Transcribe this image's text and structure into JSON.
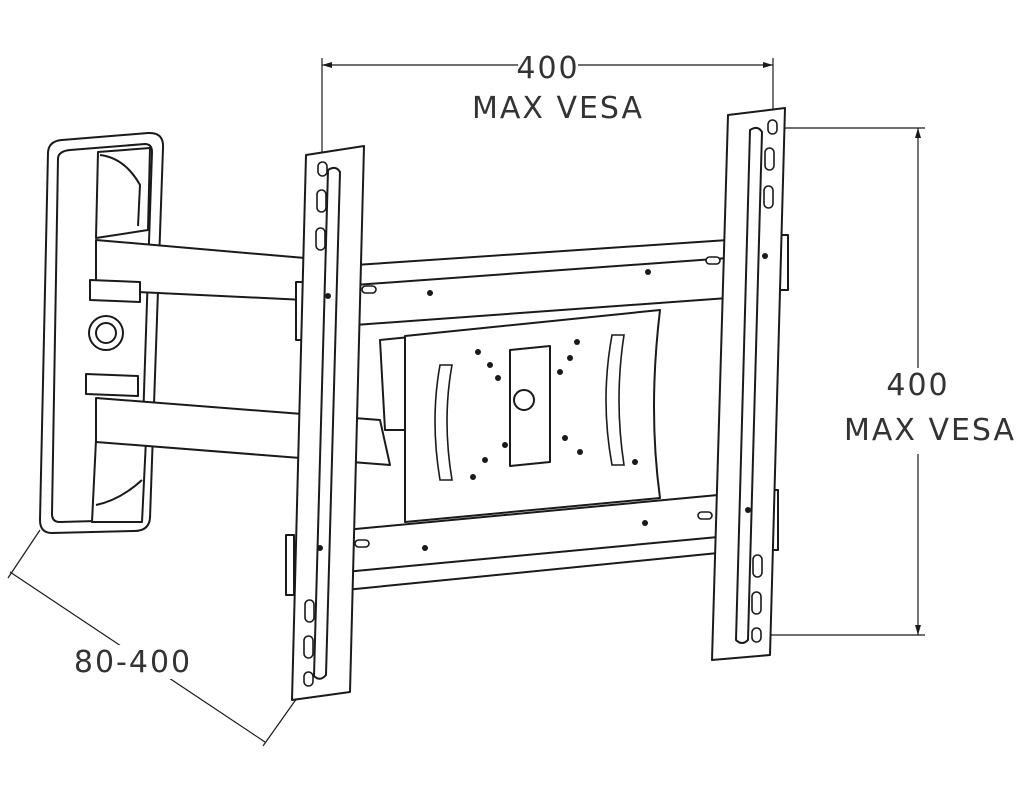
{
  "dimensions": {
    "top": {
      "value": "400",
      "label": "MAX VESA"
    },
    "right": {
      "value": "400",
      "label": "MAX VESA"
    },
    "extension": {
      "value": "80-400"
    }
  },
  "colors": {
    "line": "#1a1a1a",
    "text": "#333333",
    "background": "#ffffff"
  }
}
